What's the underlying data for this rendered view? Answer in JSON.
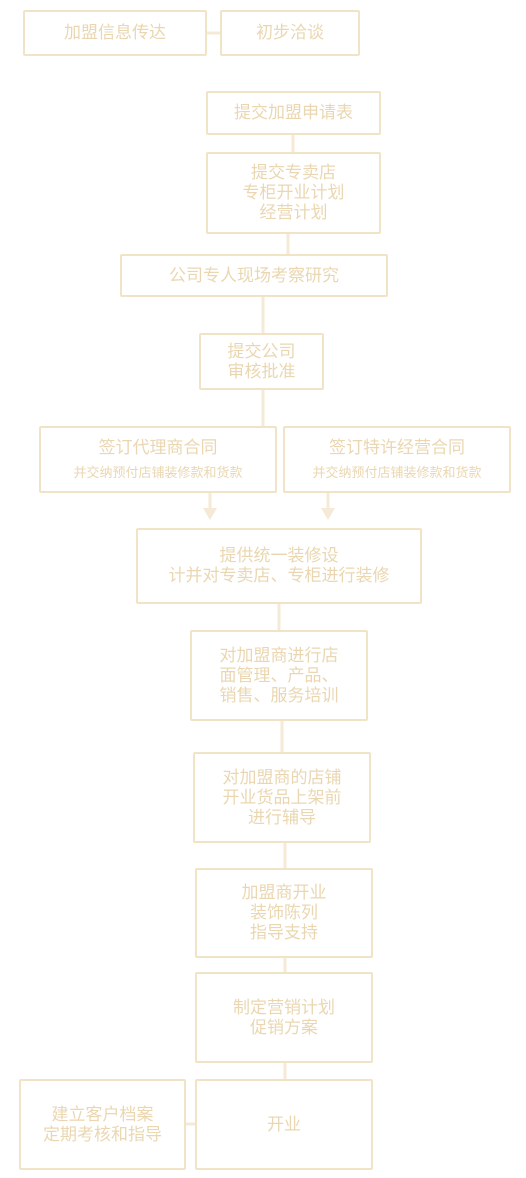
{
  "steps": {
    "info_transfer": "加盟信息传达",
    "initial_talk": "初步洽谈",
    "submit_application": "提交加盟申请表",
    "submit_plan": [
      "提交专卖店",
      "专柜开业计划",
      "经营计划"
    ],
    "site_research": "公司专人现场考察研究",
    "company_approval": [
      "提交公司",
      "审核批准"
    ],
    "agency_contract": {
      "title": "签订代理商合同",
      "note": "并交纳预付店铺装修款和货款"
    },
    "franchise_contract": {
      "title": "签订特许经营合同",
      "note": "并交纳预付店铺装修款和货款"
    },
    "unified_design": [
      "提供统一装修设",
      "计并对专卖店、专柜进行装修"
    ],
    "management_training": [
      "对加盟商进行店",
      "面管理、产品、",
      "销售、服务培训"
    ],
    "pre_stock_guidance": [
      "对加盟商的店铺",
      "开业货品上架前",
      "进行辅导"
    ],
    "display_support": [
      "加盟商开业",
      "装饰陈列",
      "指导支持"
    ],
    "sales_plan": [
      "制定营销计划",
      "促销方案"
    ],
    "open": "开业",
    "customer_records": [
      "建立客户档案",
      "定期考核和指导"
    ]
  },
  "colors": {
    "border": "#f1e3c6",
    "text": "#ead7b1",
    "connector": "#f4ead6"
  }
}
